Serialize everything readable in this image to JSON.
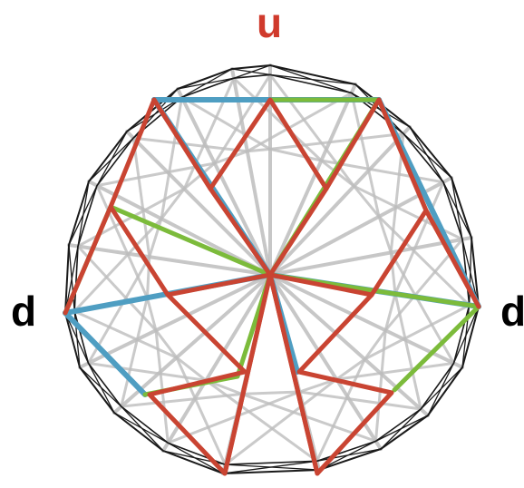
{
  "labels": {
    "top": "u",
    "left": "d",
    "right": "d"
  },
  "colors": {
    "top_label": "#d03a2c",
    "side_label": "#000000",
    "red_edges": "#c94432",
    "blue_edges": "#4f9ec2",
    "green_edges": "#7cbb3b",
    "outer_wire": "#1a1a1a",
    "inner_wire": "#bdbdbd"
  }
}
